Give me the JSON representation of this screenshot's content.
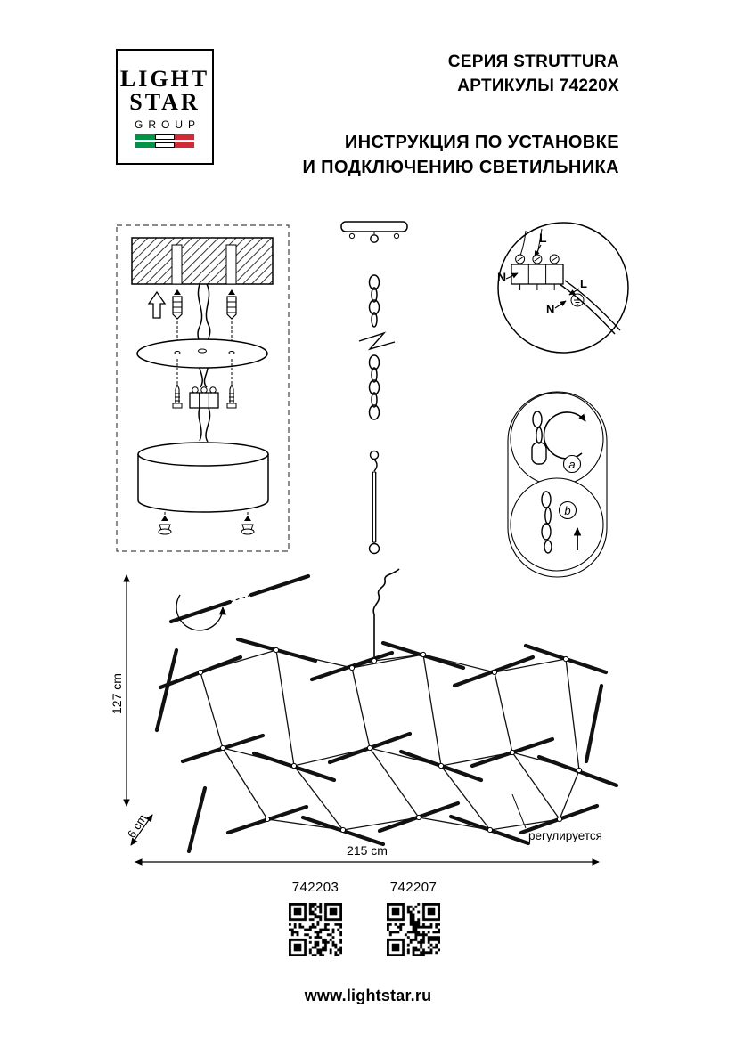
{
  "logo": {
    "line1": "LIGHT",
    "line2": "STAR",
    "line3": "GROUP",
    "flag_green": "#009246",
    "flag_white": "#ffffff",
    "flag_red": "#ce2b37"
  },
  "header": {
    "series": "СЕРИЯ STRUTTURA",
    "articles": "АРТИКУЛЫ 74220X",
    "title_line1": "ИНСТРУКЦИЯ ПО УСТАНОВКЕ",
    "title_line2": "И ПОДКЛЮЧЕНИЮ СВЕТИЛЬНИКА"
  },
  "wiring_detail": {
    "l_top": "L",
    "n_left": "N",
    "l_inner": "L",
    "n_inner": "N"
  },
  "adjustment_detail": {
    "a": "a",
    "b": "b"
  },
  "dimensions": {
    "height": "127 cm",
    "depth": "6 cm",
    "width": "215 cm",
    "adjustable_label": "регулируется"
  },
  "products": [
    {
      "article": "742203"
    },
    {
      "article": "742207"
    }
  ],
  "footer": {
    "website": "www.lightstar.ru"
  }
}
